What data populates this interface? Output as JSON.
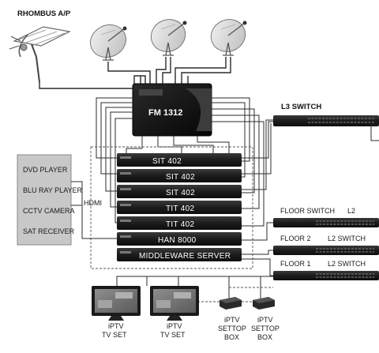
{
  "antennas": {
    "rhombus_label": "RHOMBUS A/P"
  },
  "multiswitch": {
    "label": "FM 1312"
  },
  "receivers": [
    {
      "label": "SIT 402"
    },
    {
      "label": "SIT 402"
    },
    {
      "label": "SIT 402"
    },
    {
      "label": "TIT 402"
    },
    {
      "label": "TIT 402"
    },
    {
      "label": "HAN 8000"
    },
    {
      "label": "MIDDLEWARE SERVER"
    }
  ],
  "sources": {
    "items": [
      "DVD PLAYER",
      "BLU RAY PLAYER",
      "CCTV CAMERA",
      "SAT RECEIVER"
    ],
    "hdmi_label": "HDMI"
  },
  "switches": {
    "l3_label": "L3  SWITCH",
    "floor_switch_label": "FLOOR SWITCH",
    "floor_switch_level": "L2",
    "floor2_label": "FLOOR 2",
    "floor2_switch": "L2 SWITCH",
    "floor1_label": "FLOOR 1",
    "floor1_switch": "L2 SWITCH"
  },
  "endpoints": {
    "tv1": [
      "iPTV",
      "TV SET"
    ],
    "tv2": [
      "iPTV",
      "TV SET"
    ],
    "stb1": [
      "iPTV",
      "SETTOP",
      "BOX"
    ],
    "stb2": [
      "iPTV",
      "SETTOP",
      "BOX"
    ]
  },
  "colors": {
    "device": "#1c1c1c",
    "source_box": "#c8c8c8",
    "wire": "#2b2b2b"
  }
}
